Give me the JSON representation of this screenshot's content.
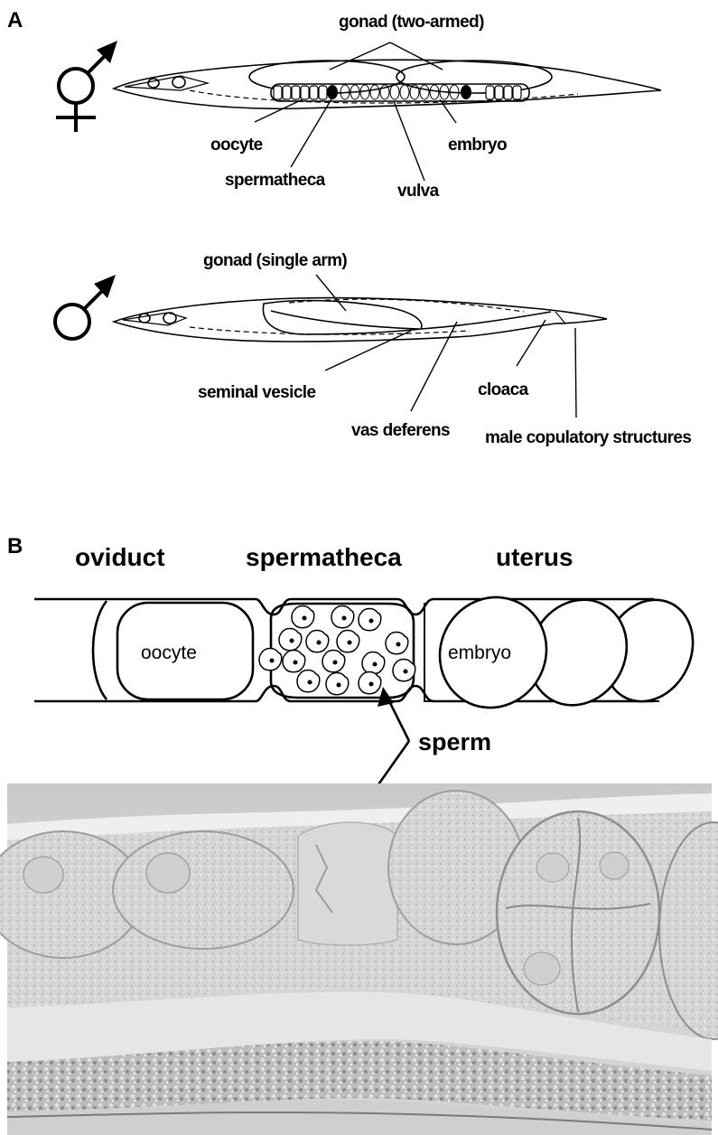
{
  "panel_a": {
    "letter": "A",
    "hermaphrodite": {
      "symbol_icon": "hermaphrodite-symbol-icon",
      "labels": {
        "gonad": "gonad (two-armed)",
        "oocyte": "oocyte",
        "embryo": "embryo",
        "spermatheca": "spermatheca",
        "vulva": "vulva"
      }
    },
    "male": {
      "symbol_icon": "male-symbol-icon",
      "labels": {
        "gonad": "gonad (single arm)",
        "seminal_vesicle": "seminal vesicle",
        "cloaca": "cloaca",
        "vas_deferens": "vas deferens",
        "copulatory": "male copulatory structures"
      }
    }
  },
  "panel_b": {
    "letter": "B",
    "headers": {
      "oviduct": "oviduct",
      "spermatheca": "spermatheca",
      "uterus": "uterus"
    },
    "inner_labels": {
      "oocyte": "oocyte",
      "embryo": "embryo"
    },
    "sperm_label": "sperm",
    "micrograph_icon": "dic-micrograph-image"
  }
}
